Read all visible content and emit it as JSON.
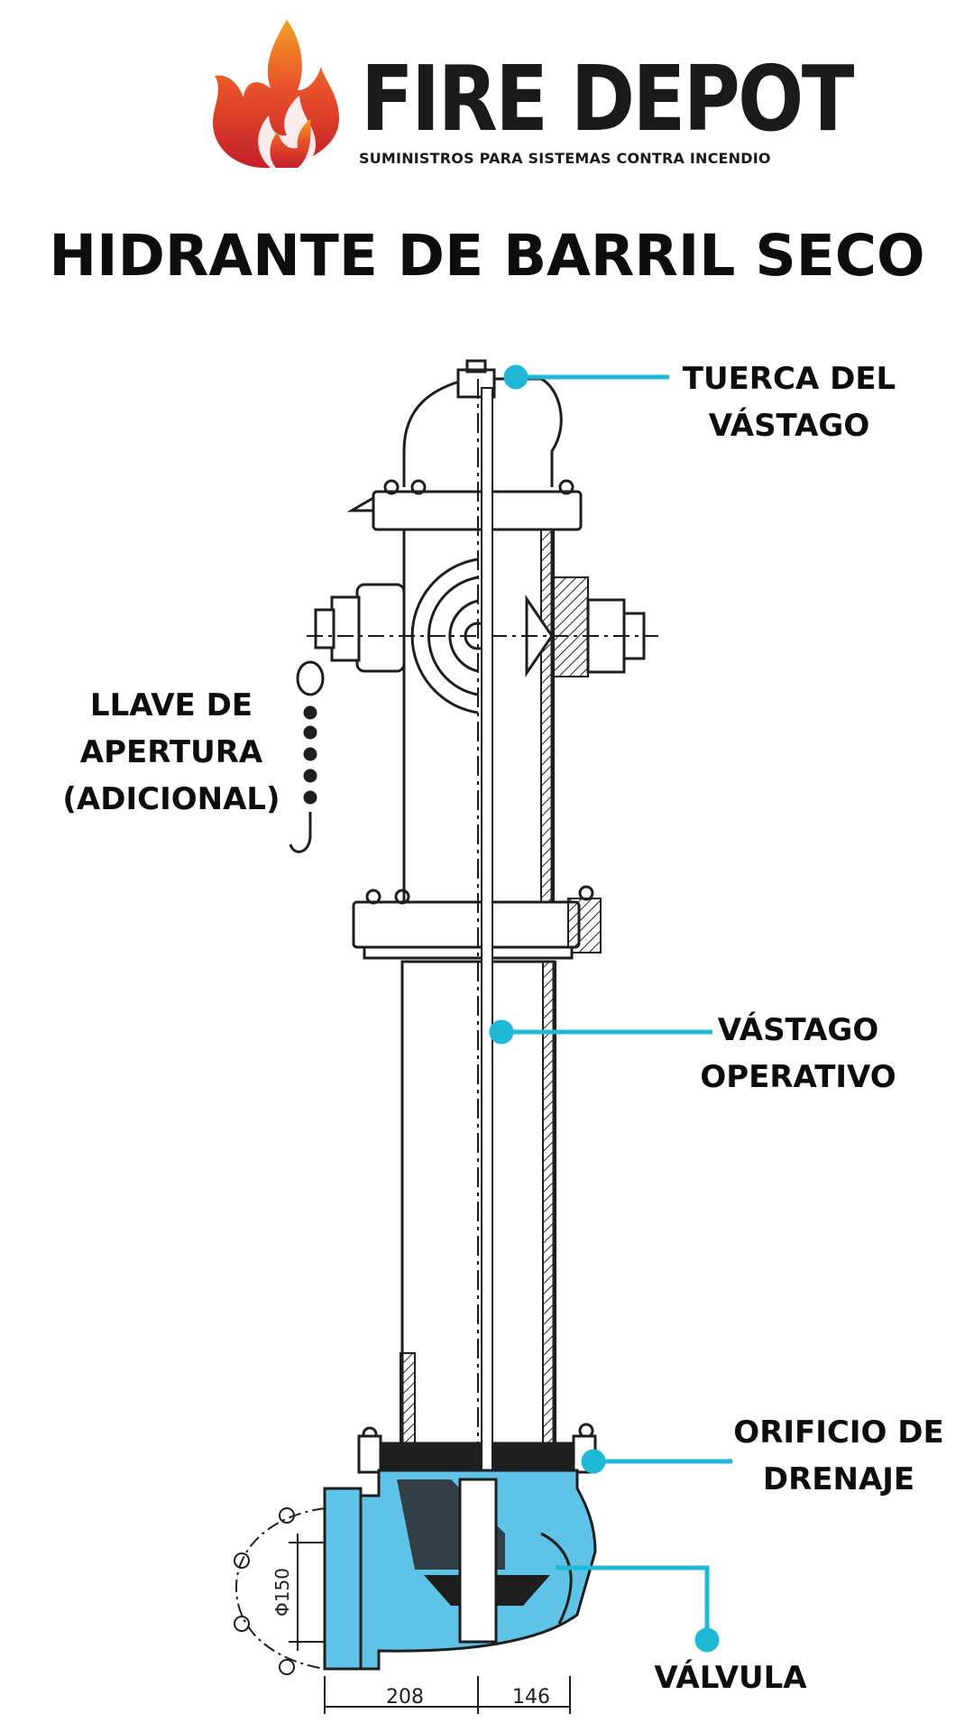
{
  "brand": {
    "name": "FIRE DEPOT",
    "tagline": "SUMINISTROS PARA SISTEMAS CONTRA INCENDIO"
  },
  "title": "HIDRANTE DE BARRIL SECO",
  "callouts": {
    "stem_nut": {
      "line1": "TUERCA DEL",
      "line2": "VÁSTAGO"
    },
    "operating_stem": {
      "line1": "VÁSTAGO",
      "line2": "OPERATIVO"
    },
    "opening_key": {
      "line1": "LLAVE DE",
      "line2": "APERTURA",
      "line3": "(ADICIONAL)"
    },
    "drain_hole": {
      "line1": "ORIFICIO DE",
      "line2": "DRENAJE"
    },
    "valve": {
      "line1": "VÁLVULA"
    }
  },
  "dimensions": {
    "diameter": "Φ150",
    "left_width": "208",
    "right_width": "146"
  },
  "colors": {
    "accent": "#1fb8d6",
    "water_fill": "#5ec3e6",
    "line": "#1e1e1e",
    "flame_top": "#f3a024",
    "flame_bottom": "#c8202a"
  }
}
